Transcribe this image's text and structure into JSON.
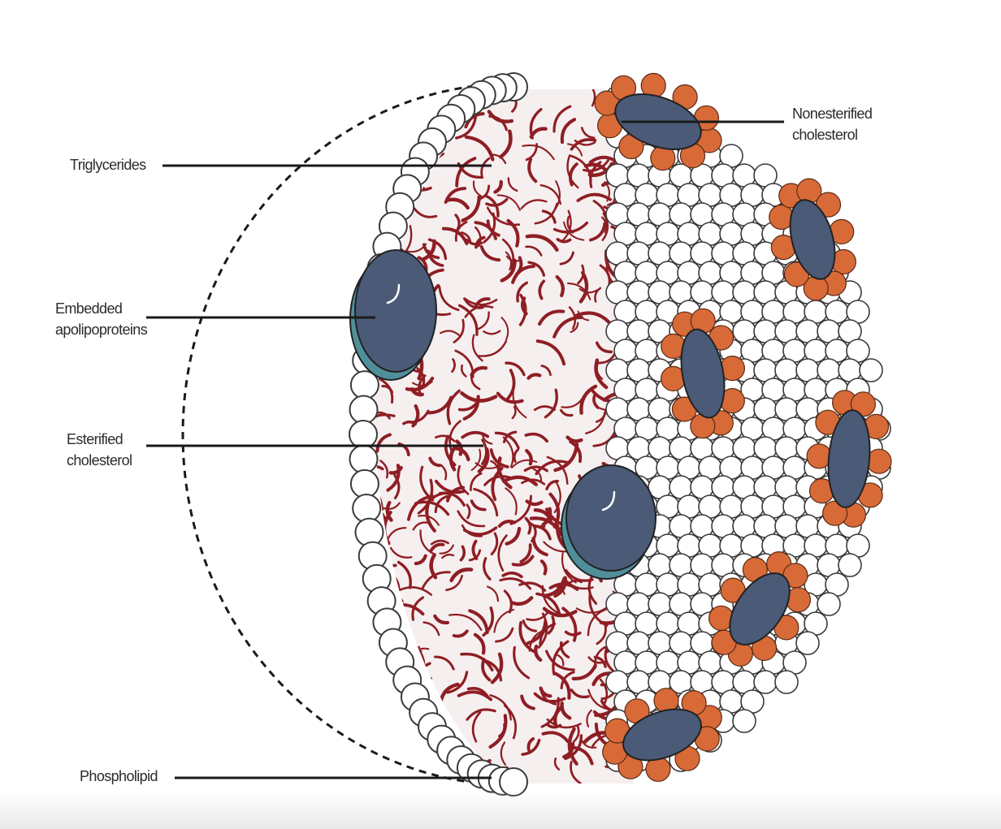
{
  "labels": {
    "triglycerides": "Triglycerides",
    "embedded_line1": "Embedded",
    "embedded_line2": "apolipoproteins",
    "esterified_line1": "Esterified",
    "esterified_line2": "cholesterol",
    "phospholipid": "Phospholipid",
    "nonesterified_line1": "Nonesterified",
    "nonesterified_line2": "cholesterol"
  },
  "colors": {
    "phospholipid_head": "#ffffff",
    "phospholipid_outline": "#3a3a3a",
    "fatty_tail": "#8e1e24",
    "apolipoprotein": "#4a5a77",
    "apolipoprotein_highlight": "#4f8f9a",
    "cholesterol": "#d86a38",
    "leader_line": "#1a1a1a"
  }
}
